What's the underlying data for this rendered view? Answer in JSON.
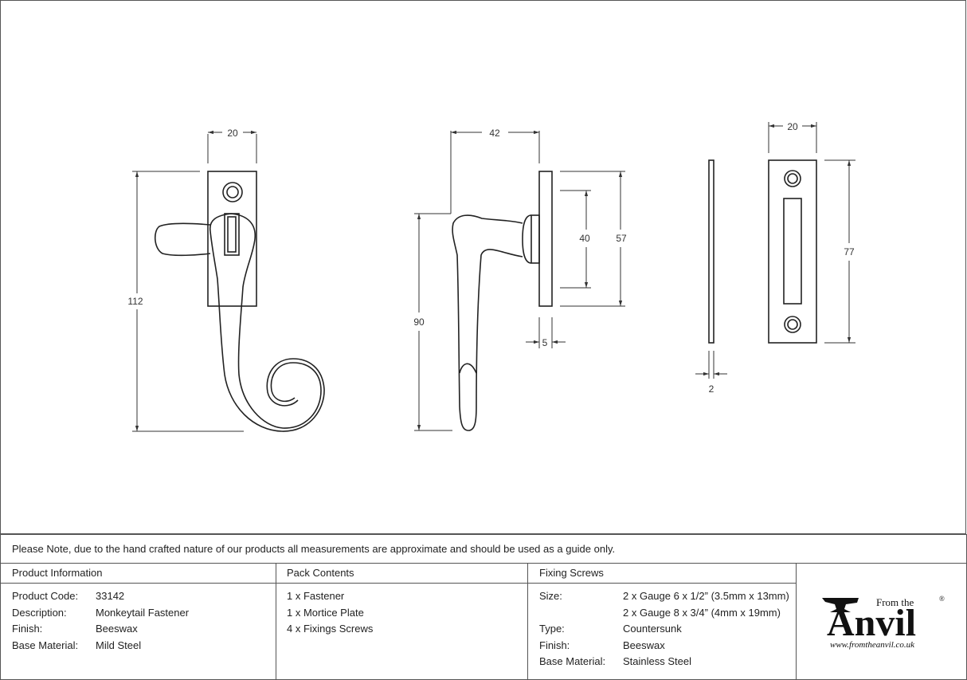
{
  "dimensions": {
    "fastener_front": {
      "width": "20",
      "height": "112"
    },
    "fastener_side": {
      "depth": "42",
      "height": "90",
      "plate_height": "57",
      "spacing": "40",
      "plate_thickness": "5"
    },
    "mortice_plate": {
      "width": "20",
      "height": "77",
      "thickness": "2"
    }
  },
  "note": "Please Note, due to the hand crafted nature of our products all measurements are approximate and should be used as a guide only.",
  "product_info": {
    "heading": "Product Information",
    "rows": [
      {
        "label": "Product Code:",
        "value": "33142"
      },
      {
        "label": "Description:",
        "value": "Monkeytail Fastener"
      },
      {
        "label": "Finish:",
        "value": "Beeswax"
      },
      {
        "label": "Base Material:",
        "value": "Mild Steel"
      }
    ]
  },
  "pack_contents": {
    "heading": "Pack Contents",
    "items": [
      "1 x Fastener",
      "1 x Mortice Plate",
      "4 x Fixings Screws"
    ]
  },
  "fixing_screws": {
    "heading": "Fixing Screws",
    "rows": [
      {
        "label": "Size:",
        "value": "2 x Gauge 6 x 1/2” (3.5mm x 13mm)"
      },
      {
        "label": "",
        "value": "2 x Gauge 8 x 3/4” (4mm x 19mm)"
      },
      {
        "label": "Type:",
        "value": "Countersunk"
      },
      {
        "label": "Finish:",
        "value": "Beeswax"
      },
      {
        "label": "Base Material:",
        "value": "Stainless Steel"
      }
    ]
  },
  "logo": {
    "from_the": "From the",
    "brand": "Anvil",
    "registered": "®",
    "url": "www.fromtheanvil.co.uk"
  }
}
